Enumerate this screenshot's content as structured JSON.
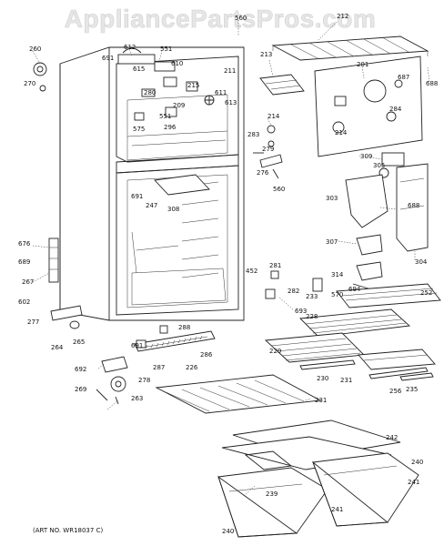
{
  "watermark": "AppliancePartsPros.com",
  "art_no": "(ART NO. WR18037 C)",
  "labels": [
    "560",
    "212",
    "260",
    "612",
    "551",
    "691",
    "615",
    "610",
    "211",
    "213",
    "201",
    "270",
    "687",
    "688",
    "280",
    "215",
    "611",
    "209",
    "613",
    "214",
    "284",
    "575",
    "296",
    "551",
    "279",
    "214",
    "283",
    "309",
    "276",
    "560",
    "305",
    "691",
    "247",
    "308",
    "303",
    "688",
    "307",
    "304",
    "676",
    "689",
    "281",
    "452",
    "314",
    "267",
    "282",
    "570",
    "694",
    "252",
    "233",
    "602",
    "693",
    "228",
    "277",
    "288",
    "264",
    "265",
    "691",
    "286",
    "229",
    "230",
    "231",
    "692",
    "287",
    "226",
    "256",
    "235",
    "269",
    "278",
    "263",
    "231",
    "242",
    "240",
    "239",
    "241",
    "241",
    "240"
  ]
}
